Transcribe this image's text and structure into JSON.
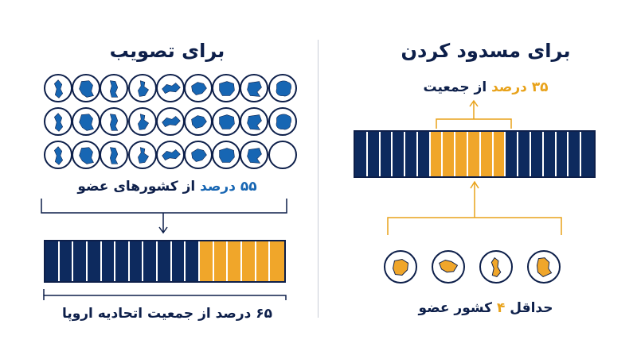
{
  "left": {
    "title": "برای تصویب",
    "members_caption_prefix": "",
    "members_pct": "۵۵ درصد",
    "members_caption_rest": " از کشورهای عضو",
    "population_caption": "۶۵ درصد از جمعیت اتحادیه اروپا",
    "country_count": 27,
    "bar_navy_segments": 11,
    "bar_gold_segments": 6
  },
  "right": {
    "title": "برای مسدود کردن",
    "population_pct": "۳۵ درصد",
    "population_rest": " از جمعیت",
    "members_prefix": "حداقل ",
    "members_num": "۴",
    "members_rest": " کشور عضو",
    "bar_left_navy": 6,
    "bar_gold": 6,
    "bar_right_navy": 7
  },
  "colors": {
    "navy": "#0d2a5e",
    "gold": "#f0a62a",
    "blue": "#1766b3",
    "text": "#0d1f4a"
  },
  "icons": [
    "country-map-icon",
    "arrow-down-icon",
    "arrow-up-icon",
    "bracket-icon"
  ]
}
